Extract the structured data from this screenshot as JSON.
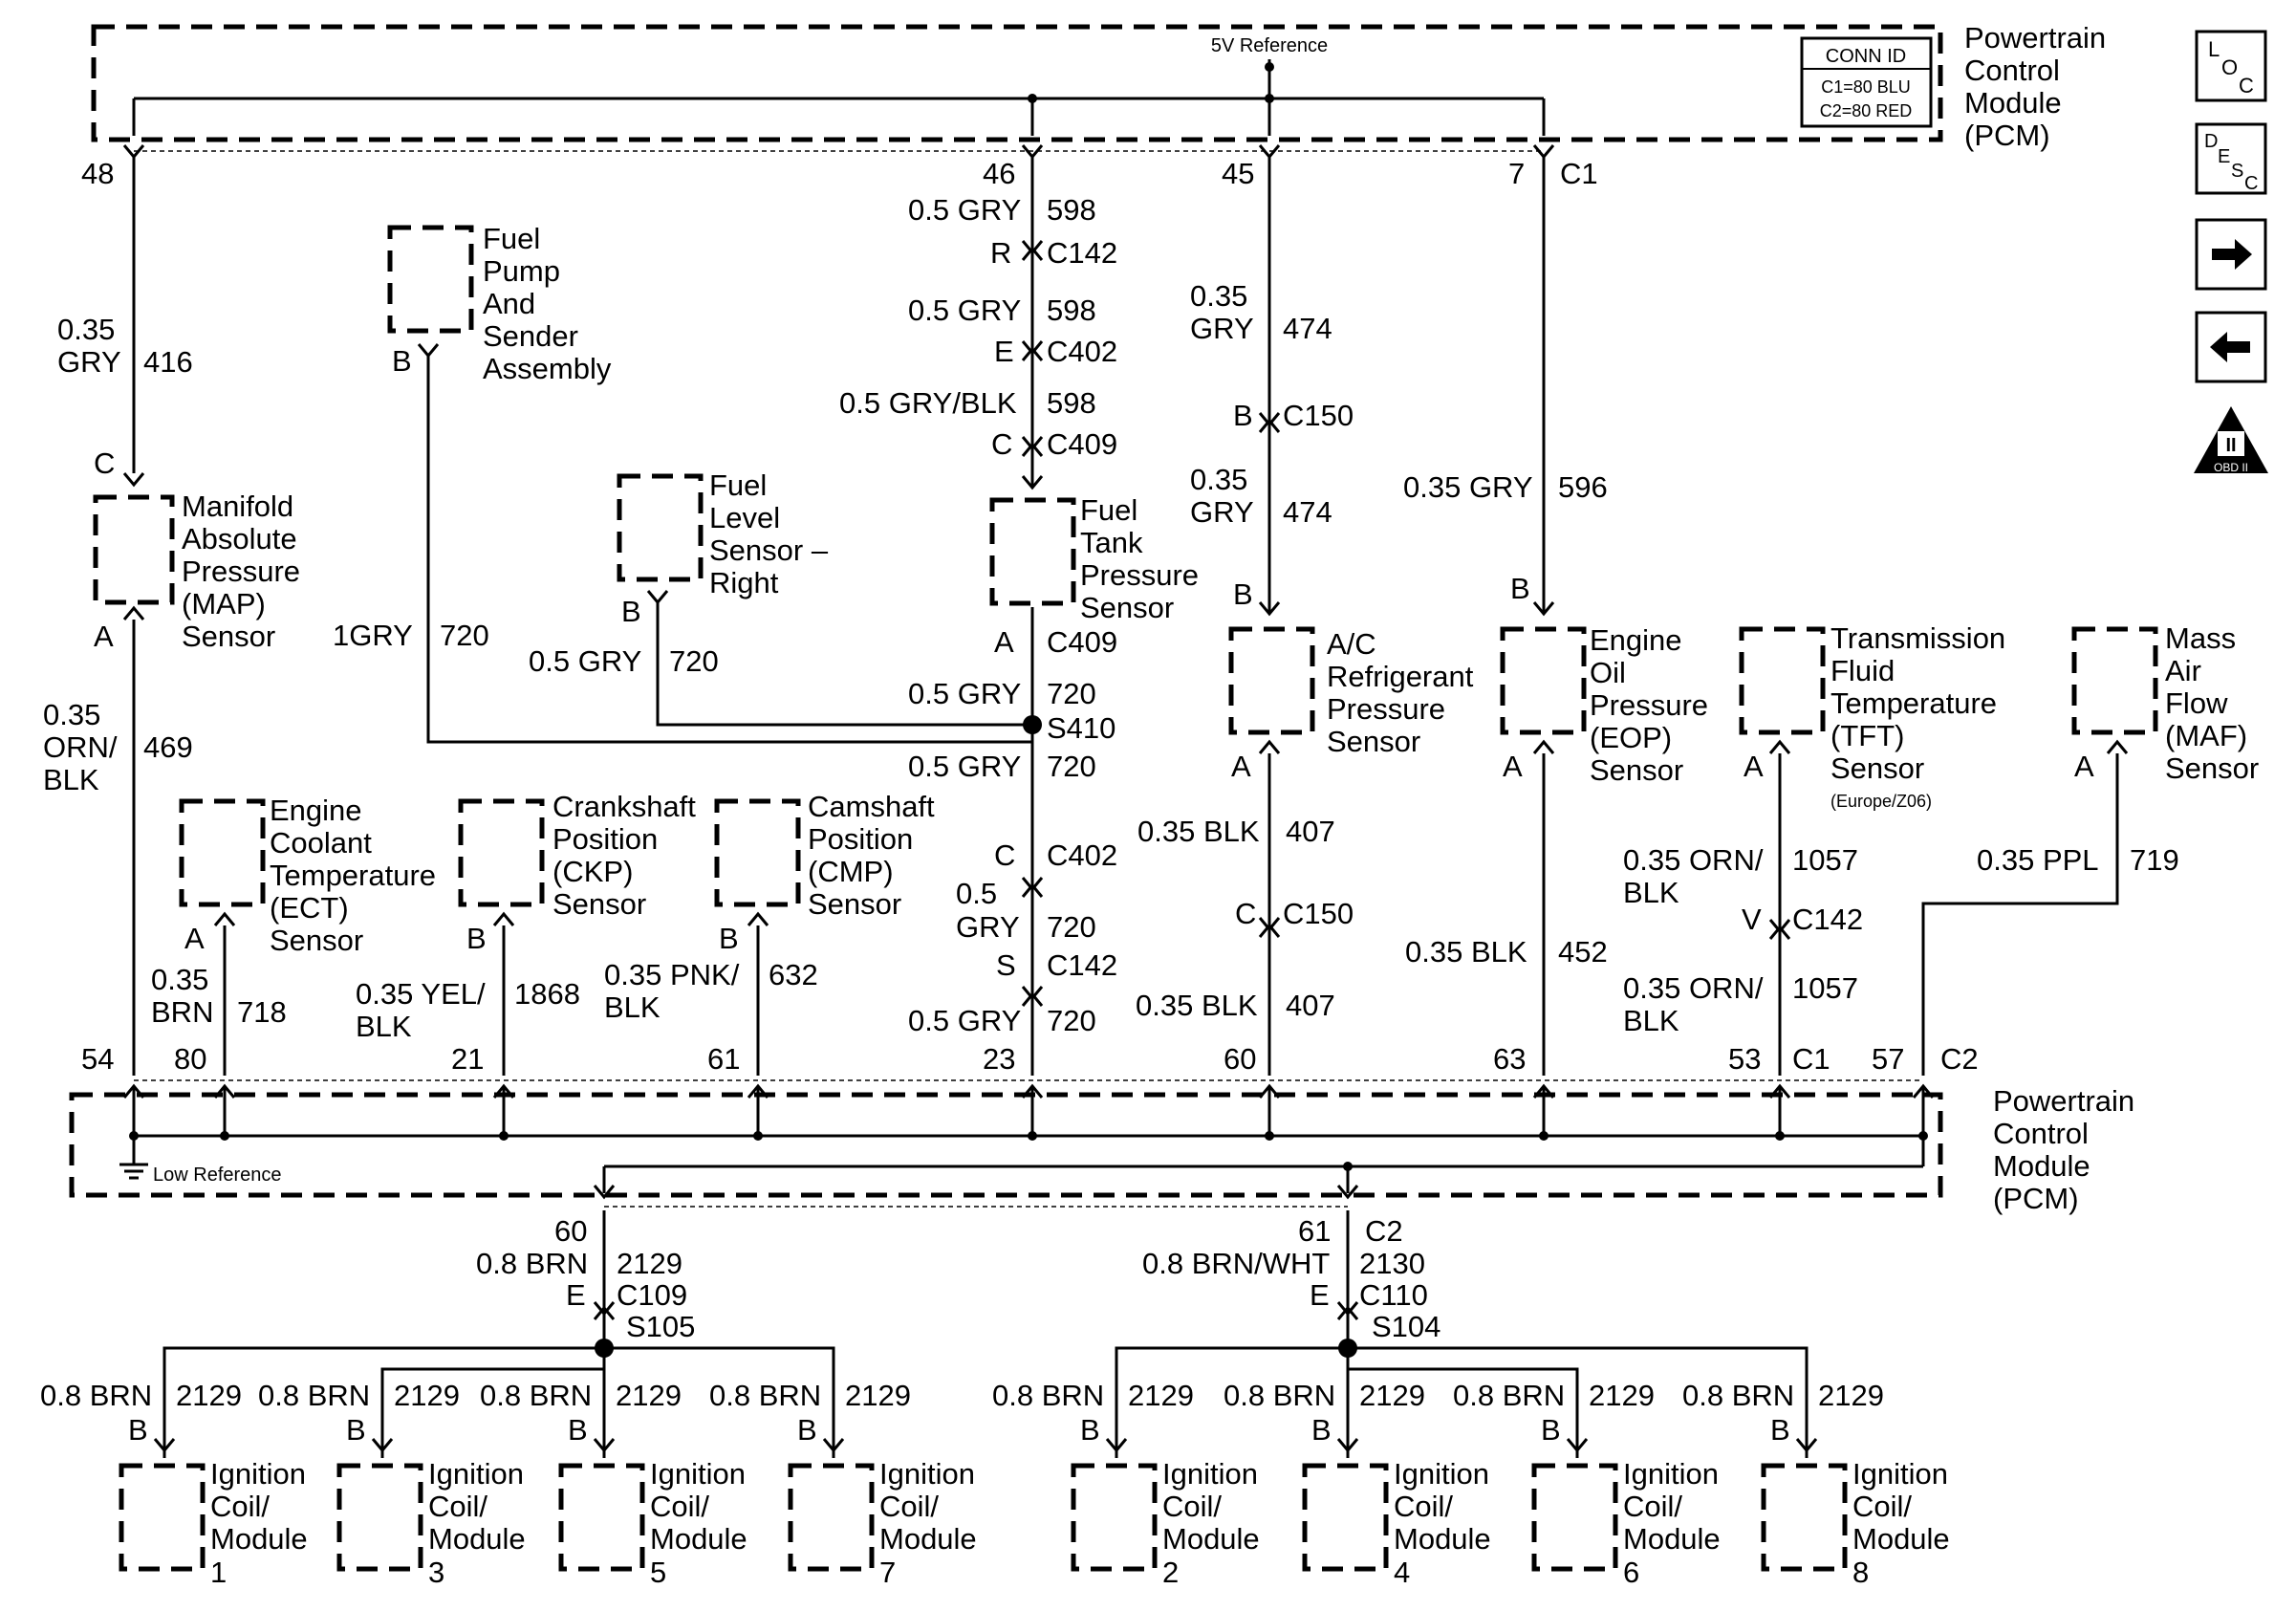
{
  "pcm": {
    "name_lines": [
      "Powertrain",
      "Control",
      "Module",
      "(PCM)"
    ],
    "conn_id": {
      "title": "CONN ID",
      "lines": [
        "C1=80 BLU",
        "C2=80 RED"
      ]
    },
    "five_v_reference": "5V Reference",
    "low_reference": "Low Reference"
  },
  "nav_buttons": [
    {
      "name": "loc-button",
      "label": "LOC"
    },
    {
      "name": "desc-button",
      "label": "DESC"
    },
    {
      "name": "next-arrow-button",
      "icon": "right-arrow-icon"
    },
    {
      "name": "prev-arrow-button",
      "icon": "left-arrow-icon"
    },
    {
      "name": "obd2-button",
      "label": "OBD II",
      "icon": "obd2-warning-triangle-icon"
    }
  ],
  "components": {
    "fuel_pump": [
      "Fuel",
      "Pump",
      "And",
      "Sender",
      "Assembly"
    ],
    "map_sensor": [
      "Manifold",
      "Absolute",
      "Pressure",
      "(MAP)",
      "Sensor"
    ],
    "fuel_level": [
      "Fuel",
      "Level",
      "Sensor –",
      "Right"
    ],
    "fuel_tank": [
      "Fuel",
      "Tank",
      "Pressure",
      "Sensor"
    ],
    "ac_sensor": [
      "A/C",
      "Refrigerant",
      "Pressure",
      "Sensor"
    ],
    "eop_sensor": [
      "Engine",
      "Oil",
      "Pressure",
      "(EOP)",
      "Sensor"
    ],
    "tft_sensor": [
      "Transmission",
      "Fluid",
      "Temperature",
      "(TFT)",
      "Sensor"
    ],
    "tft_note": "(Europe/Z06)",
    "maf_sensor": [
      "Mass",
      "Air",
      "Flow",
      "(MAF)",
      "Sensor"
    ],
    "ect_sensor": [
      "Engine",
      "Coolant",
      "Temperature",
      "(ECT)",
      "Sensor"
    ],
    "ckp_sensor": [
      "Crankshaft",
      "Position",
      "(CKP)",
      "Sensor"
    ],
    "cmp_sensor": [
      "Camshaft",
      "Position",
      "(CMP)",
      "Sensor"
    ],
    "ignition_coil": [
      "Ignition",
      "Coil/",
      "Module"
    ]
  },
  "labels": {
    "t48": "48",
    "t46": "46",
    "t45": "45",
    "t7": "7",
    "c1_top": "C1",
    "map_gauge": "0.35",
    "map_color": "GRY",
    "map_circuit": "416",
    "map_pin_c": "C",
    "map_pin_a": "A",
    "map_low_gauge": "0.35",
    "map_low_color1": "ORN/",
    "map_low_color2": "BLK",
    "map_low_circuit": "469",
    "fp_pin": "B",
    "fp_wire": "1GRY",
    "fp_circuit": "720",
    "fl_pin": "B",
    "fl_wire": "0.5 GRY",
    "fl_circuit": "720",
    "w598a": "0.5 GRY",
    "c598a": "598",
    "pin_r": "R",
    "c142a": "C142",
    "w598b": "0.5 GRY",
    "c598b": "598",
    "pin_e": "E",
    "c402a": "C402",
    "w598c": "0.5 GRY/BLK",
    "c598c": "598",
    "pin_c": "C",
    "c409a": "C409",
    "ftp_pin_a": "A",
    "c409b": "C409",
    "w720a": "0.5 GRY",
    "c720a": "720",
    "s410": "S410",
    "w720b": "0.5 GRY",
    "c720b": "720",
    "pin_c2": "C",
    "c402b": "C402",
    "w720c_g": "0.5",
    "w720c_c": "GRY",
    "c720c": "720",
    "pin_s": "S",
    "c142b": "C142",
    "w720d": "0.5 GRY",
    "c720d": "720",
    "ac_g1": "0.35",
    "ac_c1": "GRY",
    "ac_ckt1": "474",
    "ac_pin_b1": "B",
    "c150a": "C150",
    "ac_g2": "0.35",
    "ac_c2": "GRY",
    "ac_ckt2": "474",
    "ac_pin_b2": "B",
    "ac_pin_a": "A",
    "ac_low_w": "0.35 BLK",
    "ac_low_ckt": "407",
    "ac_pin_c": "C",
    "c150b": "C150",
    "ac_low_w2": "0.35 BLK",
    "ac_low_ckt2": "407",
    "eop_wire": "0.35 GRY",
    "eop_ckt": "596",
    "eop_pin_b": "B",
    "eop_pin_a": "A",
    "eop_low_w": "0.35 BLK",
    "eop_low_ckt": "452",
    "tft_pin_a": "A",
    "tft_w1a": "0.35 ORN/",
    "tft_w1b": "BLK",
    "tft_ckt1": "1057",
    "tft_pin_v": "V",
    "c142c": "C142",
    "tft_w2a": "0.35 ORN/",
    "tft_w2b": "BLK",
    "tft_ckt2": "1057",
    "maf_pin_a": "A",
    "maf_w": "0.35 PPL",
    "maf_ckt": "719",
    "ect_pin_a": "A",
    "ect_g": "0.35",
    "ect_c": "BRN",
    "ect_ckt": "718",
    "ckp_pin_b": "B",
    "ckp_w1": "0.35 YEL/",
    "ckp_w2": "BLK",
    "ckp_ckt": "1868",
    "cmp_pin_b": "B",
    "cmp_w1": "0.35 PNK/",
    "cmp_w2": "BLK",
    "cmp_ckt": "632",
    "b54": "54",
    "b80": "80",
    "b21": "21",
    "b61": "61",
    "b23": "23",
    "b60": "60",
    "b63": "63",
    "b53": "53",
    "c1_bot": "C1",
    "b57": "57",
    "c2_bot": "C2",
    "l60": "60",
    "l_w": "0.8 BRN",
    "l_ckt": "2129",
    "l_pin": "E",
    "c109": "C109",
    "s105": "S105",
    "r61": "61",
    "c2_mid": "C2",
    "r_w": "0.8 BRN/WHT",
    "r_ckt": "2130",
    "r_pin": "E",
    "c110": "C110",
    "s104": "S104"
  },
  "coils": [
    {
      "wire": "0.8 BRN",
      "circuit": "2129",
      "pin": "B",
      "number": "1"
    },
    {
      "wire": "0.8 BRN",
      "circuit": "2129",
      "pin": "B",
      "number": "3"
    },
    {
      "wire": "0.8 BRN",
      "circuit": "2129",
      "pin": "B",
      "number": "5"
    },
    {
      "wire": "0.8 BRN",
      "circuit": "2129",
      "pin": "B",
      "number": "7"
    },
    {
      "wire": "0.8 BRN",
      "circuit": "2129",
      "pin": "B",
      "number": "2"
    },
    {
      "wire": "0.8 BRN",
      "circuit": "2129",
      "pin": "B",
      "number": "4"
    },
    {
      "wire": "0.8 BRN",
      "circuit": "2129",
      "pin": "B",
      "number": "6"
    },
    {
      "wire": "0.8 BRN",
      "circuit": "2129",
      "pin": "B",
      "number": "8"
    }
  ]
}
